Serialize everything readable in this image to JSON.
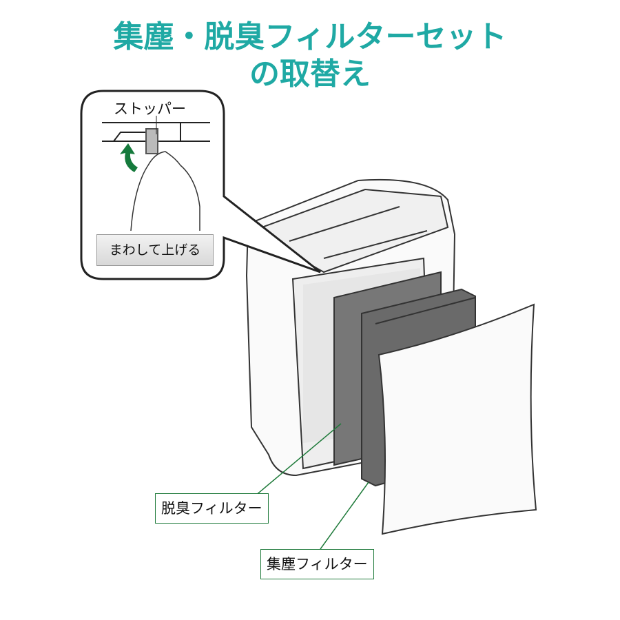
{
  "title": {
    "line1": "集塵・脱臭フィルターセット",
    "line2": "の取替え",
    "color": "#1fa9a4"
  },
  "callout": {
    "stopper_label": "ストッパー",
    "instruction": "まわして上げる",
    "arrow_color": "#157a3c"
  },
  "labels": {
    "deodorizing_filter": "脱臭フィルター",
    "dust_filter": "集塵フィルター",
    "border_color": "#1e7a3a"
  }
}
